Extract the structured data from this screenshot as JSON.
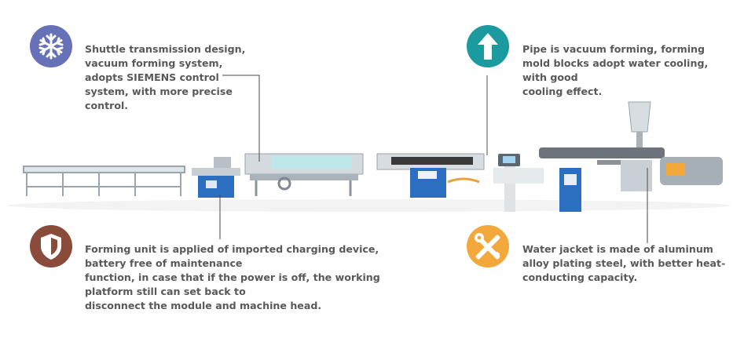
{
  "features": [
    {
      "id": "f1",
      "icon": "snowflake-icon",
      "color": "#6671b8",
      "text": "Shuttle transmission design,\nvacuum forming system,\nadopts SIEMENS control\nsystem, with more precise\ncontrol."
    },
    {
      "id": "f2",
      "icon": "up-arrow-icon",
      "color": "#1b9aa0",
      "text": "Pipe is vacuum forming, forming\nmold blocks adopt water cooling,\nwith good\ncooling effect."
    },
    {
      "id": "f3",
      "icon": "shield-icon",
      "color": "#8a4b3a",
      "text": "Forming unit is applied of imported charging device,\nbattery free of maintenance\nfunction, in case that if the power is off, the working\nplatform still can set back to\ndisconnect the module and machine head."
    },
    {
      "id": "f4",
      "icon": "wrench-screwdriver-icon",
      "color": "#f2a83b",
      "text": "Water jacket is made of aluminum\nalloy plating steel, with better heat-\nconducting capacity."
    }
  ]
}
